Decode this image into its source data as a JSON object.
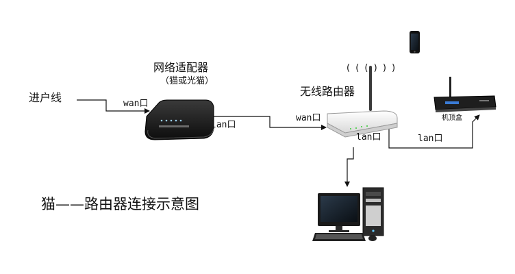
{
  "nodes": {
    "input_line": {
      "label": "进户线"
    },
    "modem": {
      "title": "网络适配器",
      "subtitle": "（猫或光猫）"
    },
    "router": {
      "title": "无线路由器",
      "waves": "( ( (   ) ) )"
    },
    "settop_box": {
      "label": "机顶盒"
    },
    "phone": {},
    "computer": {}
  },
  "ports": {
    "modem_wan": "wan口",
    "modem_lan": "lan口",
    "router_wan": "wan口",
    "router_lan_down": "lan口",
    "router_lan_right": "lan口"
  },
  "caption": "猫——路由器连接示意图",
  "colors": {
    "line": "#111111",
    "device_dark": "#1a1a1a",
    "router_body": "#f2f2f2"
  }
}
